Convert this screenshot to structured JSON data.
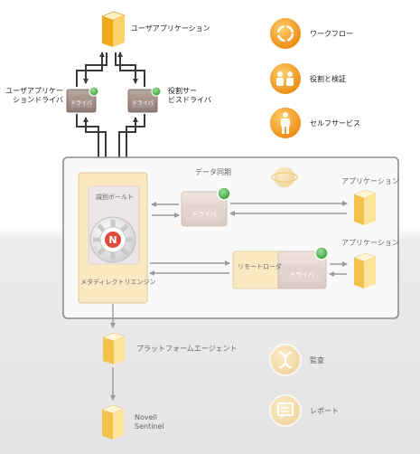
{
  "top": {
    "user_app_label": "ユーザアプリケーション",
    "user_app_driver_label_line1": "ユーザアプリケー",
    "user_app_driver_label_line2": "ションドライバ",
    "role_driver_label_line1": "役割サー",
    "role_driver_label_line2": "ビスドライバ",
    "driver_box_text": "ドライバ"
  },
  "services": [
    {
      "label": "ワークフロー",
      "icon": "workflow-icon"
    },
    {
      "label": "役割と検証",
      "icon": "roles-icon"
    },
    {
      "label": "セルフサービス",
      "icon": "self-service-icon"
    }
  ],
  "engine": {
    "vault_label": "識別ボールト",
    "engine_label": "メタディレクトリエンジン",
    "logo_letter": "N"
  },
  "sync": {
    "label": "データ同期",
    "driver_text": "ドライバ",
    "app_label": "アプリケーション",
    "remote_loader_label": "リモートローダ",
    "remote_driver_text": "ドライバ",
    "remote_app_label": "アプリケーション"
  },
  "bottom": {
    "platform_agent_label": "プラットフォームエージェント",
    "sentinel_line1": "Novell",
    "sentinel_line2": "Sentinel",
    "audit_label": "監査",
    "report_label": "レポート"
  },
  "colors": {
    "orange": "#f39a1e",
    "status_green": "#3fb43f",
    "arrow_dark": "#3a3a3a",
    "arrow_light": "#999999",
    "engine_fill": "#fbe9c2"
  }
}
